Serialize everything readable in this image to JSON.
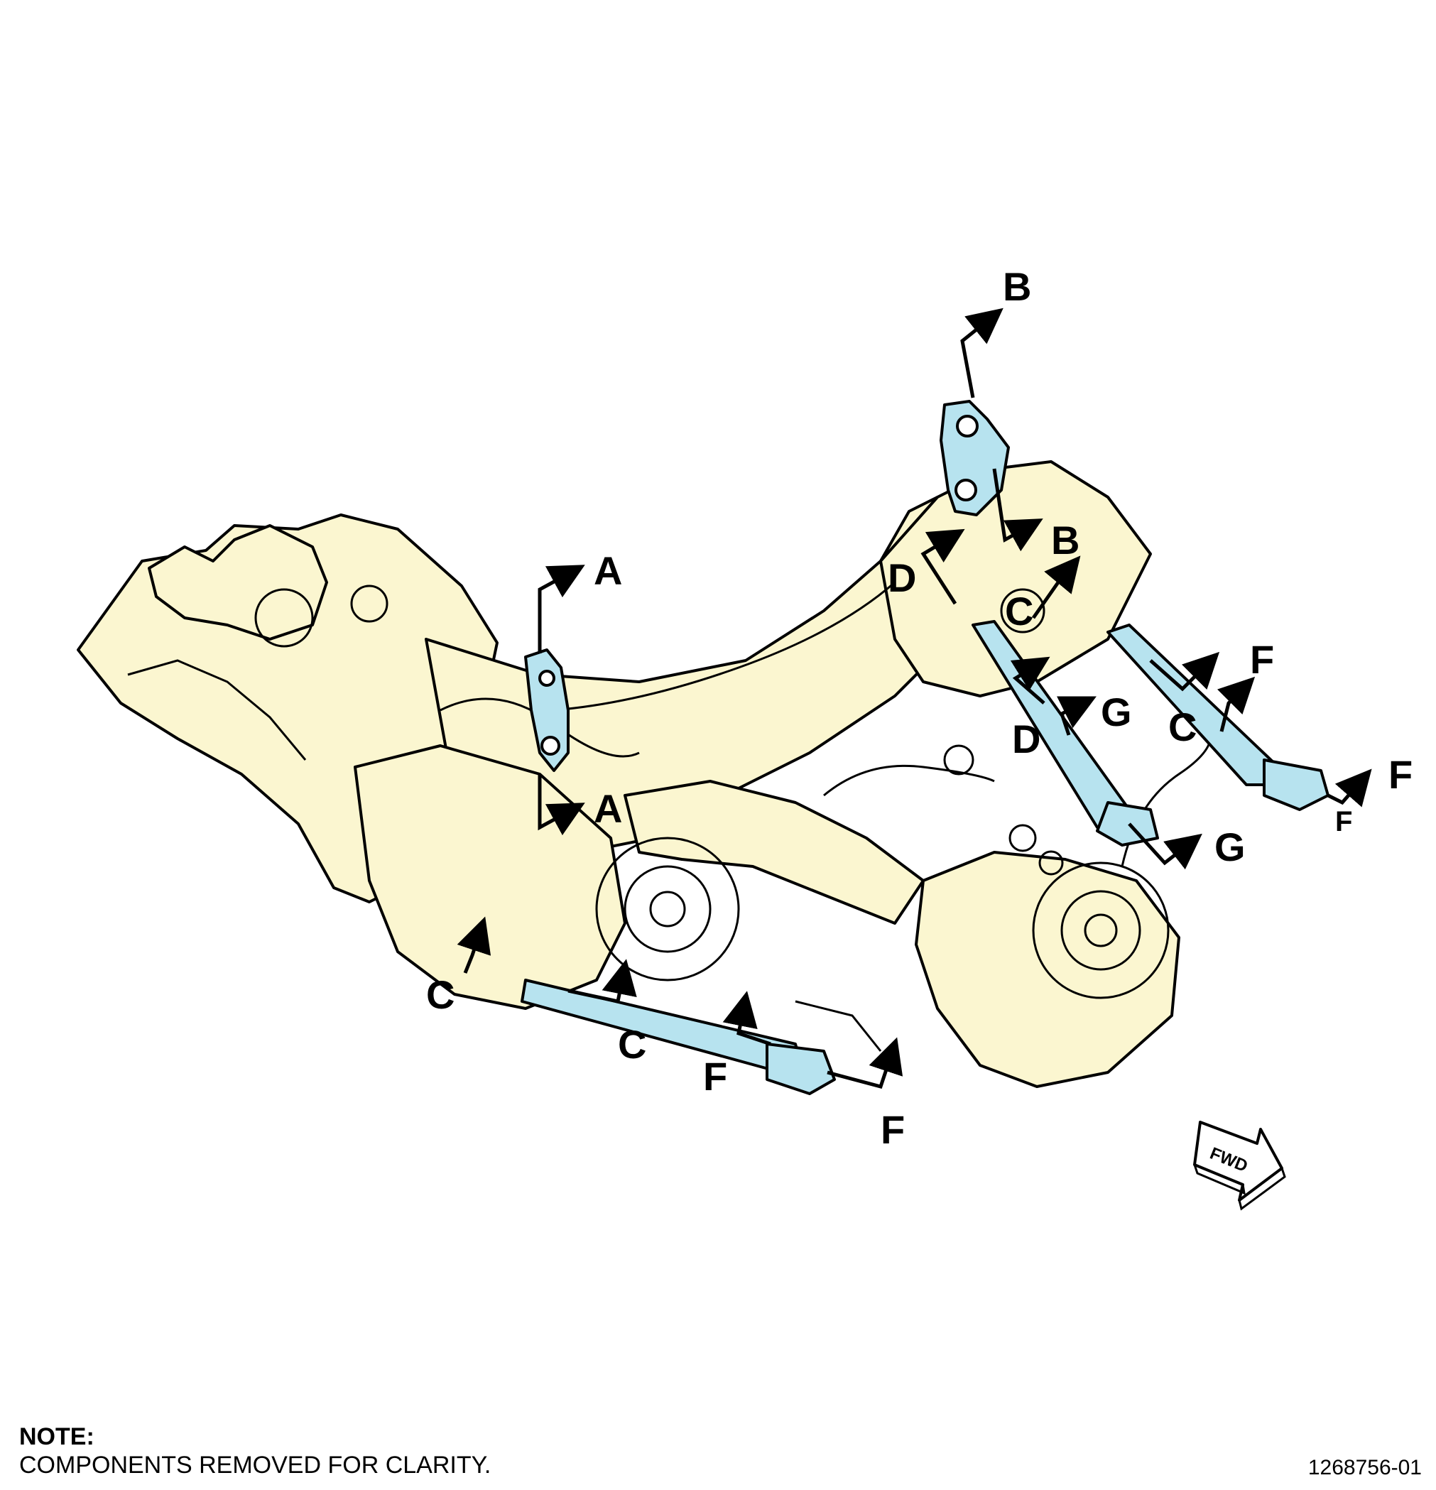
{
  "callouts": {
    "a_top": "A",
    "a_mid": "A",
    "b_top": "B",
    "b_mid": "B",
    "c_left": "C",
    "c_left_lower": "C",
    "c_right_upper": "C",
    "c_right": "C",
    "d_upper": "D",
    "d_lower": "D",
    "f_lower_left": "F",
    "f_lower": "F",
    "f_right_upper": "F",
    "f_right": "F",
    "f_right_small": "F",
    "g_upper": "G",
    "g_lower": "G"
  },
  "fwd_label": "FWD",
  "note": {
    "title": "NOTE:",
    "text": "COMPONENTS REMOVED FOR CLARITY."
  },
  "figure_number": "1268756-01",
  "colors": {
    "assembly_fill": "#fbf6d0",
    "highlight_fill": "#b7e3ef",
    "line": "#000000"
  }
}
